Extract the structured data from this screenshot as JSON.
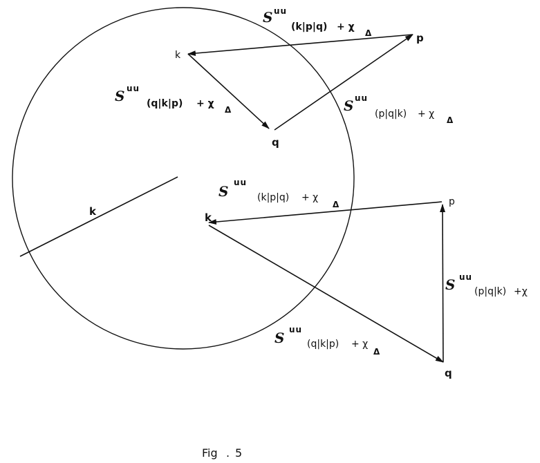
{
  "nodes": {
    "top_k": "k",
    "top_p": "p",
    "top_q": "q",
    "radius_k": "k",
    "bottom_k": "k",
    "bottom_p": "p",
    "bottom_q": "q"
  },
  "equations": {
    "top_kp": {
      "symbol": "S",
      "sup": "uu",
      "args": "(k|p|q)",
      "tail": "+ χ",
      "sub": "Δ"
    },
    "top_kq": {
      "symbol": "S",
      "sup": "uu",
      "args": "(q|k|p)",
      "tail": "+ χ",
      "sub": "Δ"
    },
    "top_qp": {
      "symbol": "S",
      "sup": "uu",
      "args": "(p|q|k)",
      "tail": "+ χ",
      "sub": "Δ"
    },
    "bottom_pk": {
      "symbol": "S",
      "sup": "uu",
      "args": "(k|p|q)",
      "tail": "+ χ",
      "sub": "Δ"
    },
    "bottom_qp": {
      "symbol": "S",
      "sup": "uu",
      "args": "(p|q|k)",
      "tail": "+χ",
      "sub": ""
    },
    "bottom_kq": {
      "symbol": "S",
      "sup": "uu",
      "args": "(q|k|p)",
      "tail": "+ χ",
      "sub": "Δ"
    }
  },
  "caption": {
    "prefix": "Fig",
    "dot": ".",
    "number": "5"
  }
}
